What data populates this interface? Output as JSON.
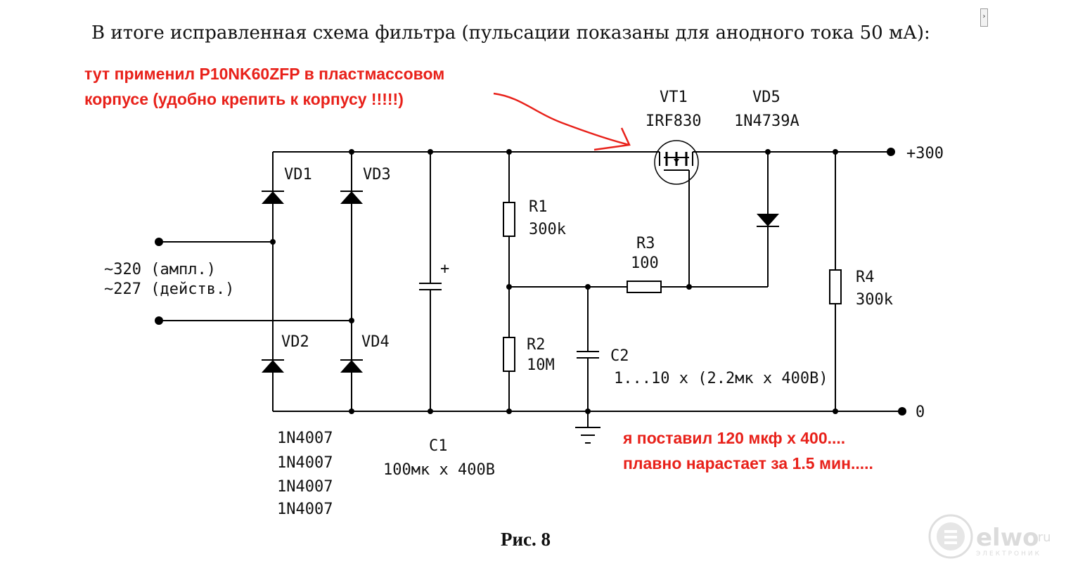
{
  "title": "В итоге исправленная схема фильтра (пульсации показаны для анодного тока 50 мА):",
  "annotation_top": {
    "line1": "тут применил P10NK60ZFP     в пластмассовом",
    "line2": "корпусе (удобно крепить к корпусу !!!!!)"
  },
  "annotation_bottom": {
    "line1": "я поставил 120 мкф х 400....",
    "line2": "плавно нарастает за 1.5 мин....."
  },
  "input": {
    "line1": "~320 (ампл.)",
    "line2": "~227 (действ.)"
  },
  "diodes": {
    "vd1": "VD1",
    "vd2": "VD2",
    "vd3": "VD3",
    "vd4": "VD4",
    "part": "1N4007"
  },
  "vt1": {
    "ref": "VT1",
    "part": "IRF830"
  },
  "vd5": {
    "ref": "VD5",
    "part": "1N4739A"
  },
  "r1": {
    "ref": "R1",
    "value": "300k"
  },
  "r2": {
    "ref": "R2",
    "value": "10M"
  },
  "r3": {
    "ref": "R3",
    "value": "100"
  },
  "r4": {
    "ref": "R4",
    "value": "300k"
  },
  "c1": {
    "ref": "C1",
    "value": "100мк х 400В",
    "polarity": "+"
  },
  "c2": {
    "ref": "C2",
    "value": "1...10 х (2.2мк х 400В)"
  },
  "out_plus": "+300",
  "out_zero": "0",
  "caption": "Рис. 8",
  "logo": {
    "name": "elwo",
    "suffix": ".ru",
    "tagline": "ЭЛЕКТРОНИК"
  },
  "colors": {
    "annotation": "#e8211a",
    "wire": "#000000"
  }
}
